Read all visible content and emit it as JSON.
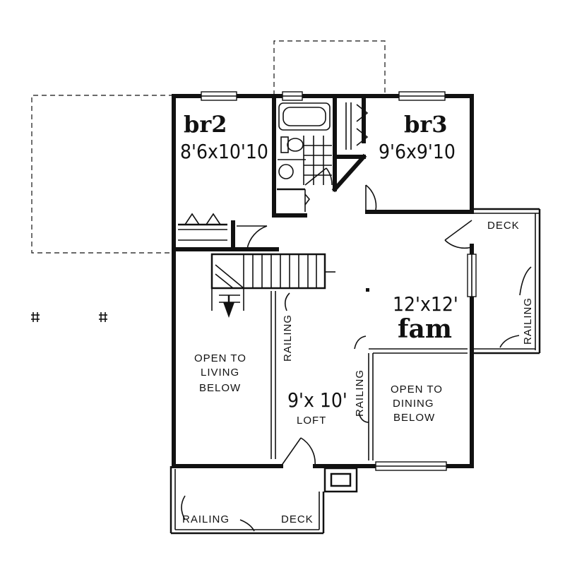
{
  "rooms": {
    "br2": {
      "name": "br2",
      "size": "8'6x10'10"
    },
    "br3": {
      "name": "br3",
      "size": "9'6x9'10"
    },
    "fam": {
      "name": "fam",
      "size": "12'x12'"
    },
    "loft": {
      "size": "9'x 10'",
      "name": "LOFT"
    }
  },
  "labels": {
    "deck_right": "DECK",
    "deck_bottom": "DECK",
    "railing_bottom": "RAILING",
    "railing_right": "RAILING",
    "railing_left": "RAILING",
    "railing_center": "RAILING",
    "open_living": [
      "OPEN TO",
      "LIVING",
      "BELOW"
    ],
    "open_dining": [
      "OPEN TO",
      "DINING",
      "BELOW"
    ]
  }
}
